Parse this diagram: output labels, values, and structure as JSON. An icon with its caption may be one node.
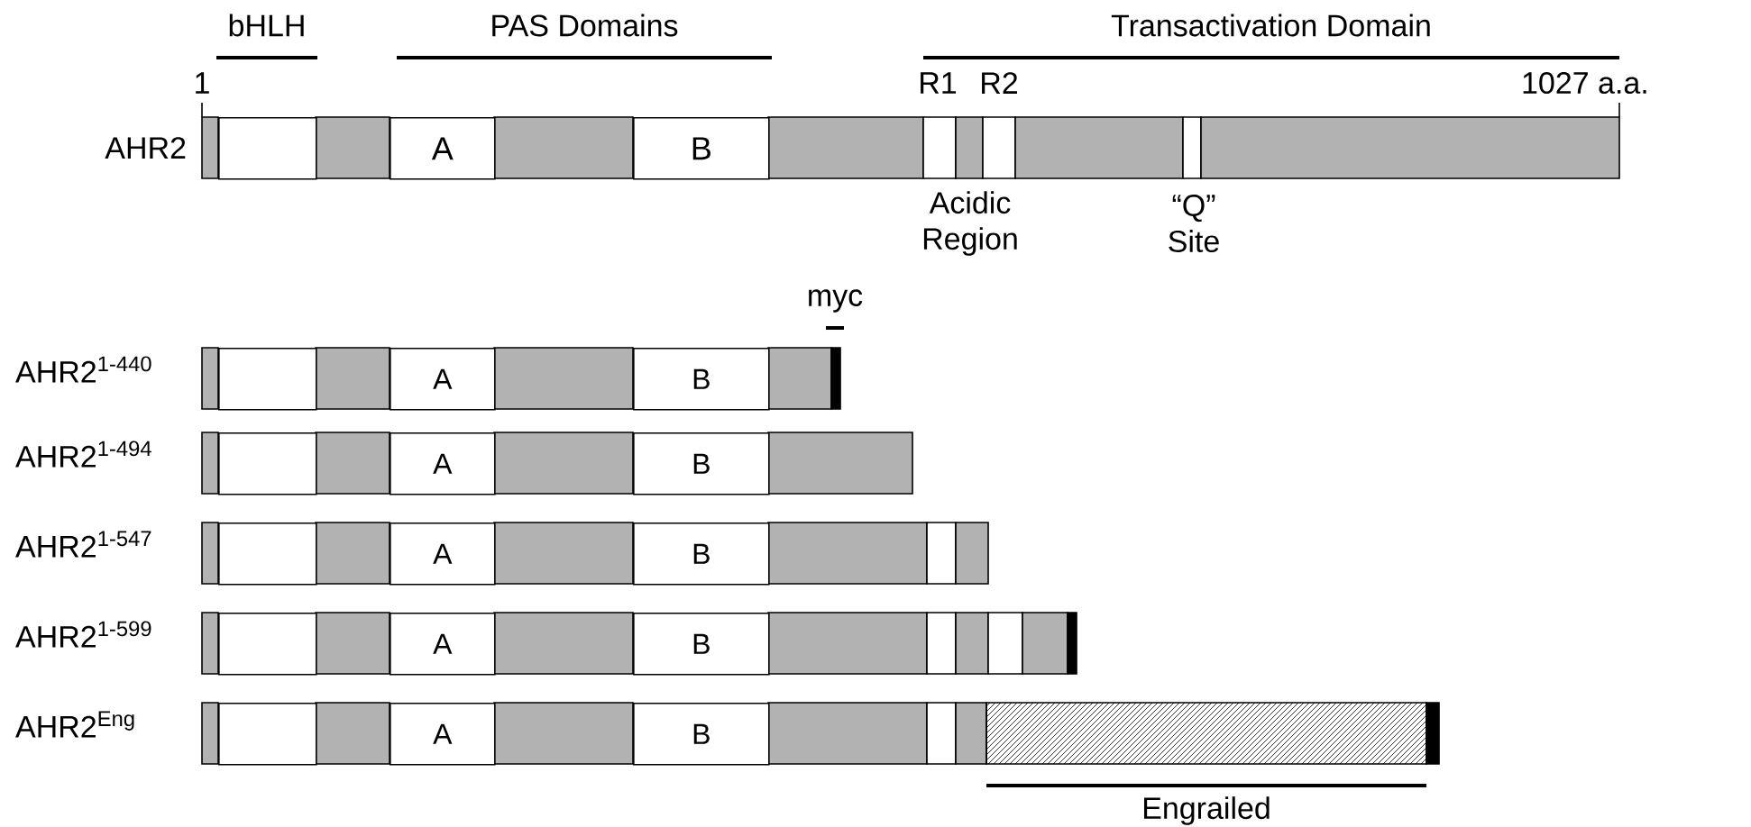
{
  "diagram": {
    "nodes": [
      {
        "text": [],
        "shape": "box"
      },
      {
        "text": [
          "A"
        ]
      },
      {
        "text": [
          "B"
        ]
      },
      {
        "text": [],
        "shape": "box"
      },
      {
        "text": [
          "A"
        ]
      },
      {
        "text": [
          "B"
        ]
      },
      {
        "text": [],
        "shape": "box"
      },
      {
        "text": [
          "A"
        ]
      },
      {
        "text": [
          "B"
        ]
      },
      {
        "text": [],
        "shape": "box"
      },
      {
        "text": [
          "A"
        ]
      },
      {
        "text": [
          "B"
        ]
      },
      {
        "text": [],
        "shape": "box"
      },
      {
        "text": [
          "A"
        ]
      },
      {
        "text": [
          "B"
        ]
      },
      {
        "text": [],
        "shape": "box"
      },
      {
        "text": [
          "A"
        ]
      },
      {
        "text": [
          "B"
        ]
      }
    ],
    "labels": [
      "bHLH",
      "PAS Domains",
      "Transactivation Domain",
      "1",
      "R1",
      "R2",
      "1027 a.a.",
      "AHR2",
      "Acidic Region",
      "“Q” Site",
      "myc",
      "AHR2$^{1-440}$",
      "AHR2$^{1-494}$",
      "AHR2$^{1-547}$",
      "AHR2$^{1-599}$",
      "AHR2$^{Eng}$",
      "Engrailed"
    ]
  }
}
